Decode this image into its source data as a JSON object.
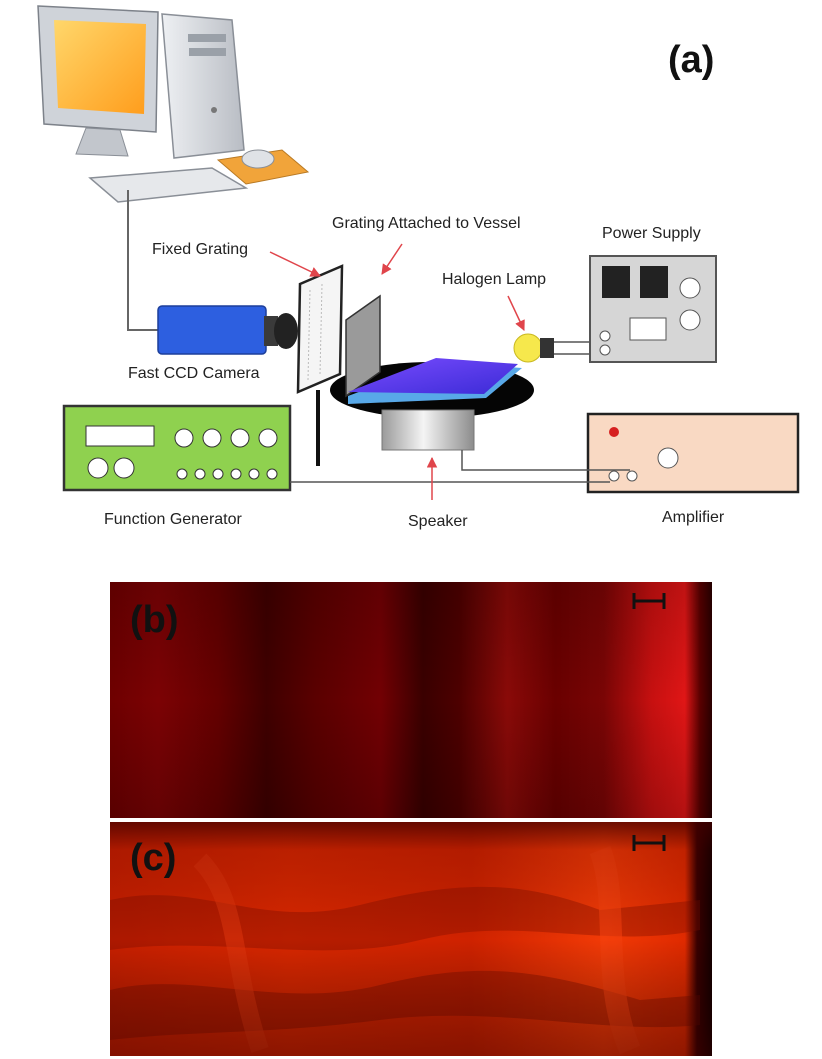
{
  "panels": {
    "a": "(a)",
    "b": "(b)",
    "c": "(c)"
  },
  "labels": {
    "fixed_grating": "Fixed Grating",
    "grating_vessel": "Grating Attached to Vessel",
    "power_supply": "Power Supply",
    "halogen_lamp": "Halogen Lamp",
    "camera": "Fast CCD Camera",
    "function_generator": "Function Generator",
    "speaker": "Speaker",
    "amplifier": "Amplifier"
  },
  "colors": {
    "arrow": "#e0454b",
    "camera_body": "#2d5fe0",
    "function_generator": "#8fd14f",
    "amplifier": "#f9d9c3",
    "power_supply": "#d6d6d6",
    "vessel_surface": "#6a3cff",
    "lamp": "#f6e84c",
    "image_b_tint": "#8a0000",
    "image_c_tint": "#e02600"
  }
}
